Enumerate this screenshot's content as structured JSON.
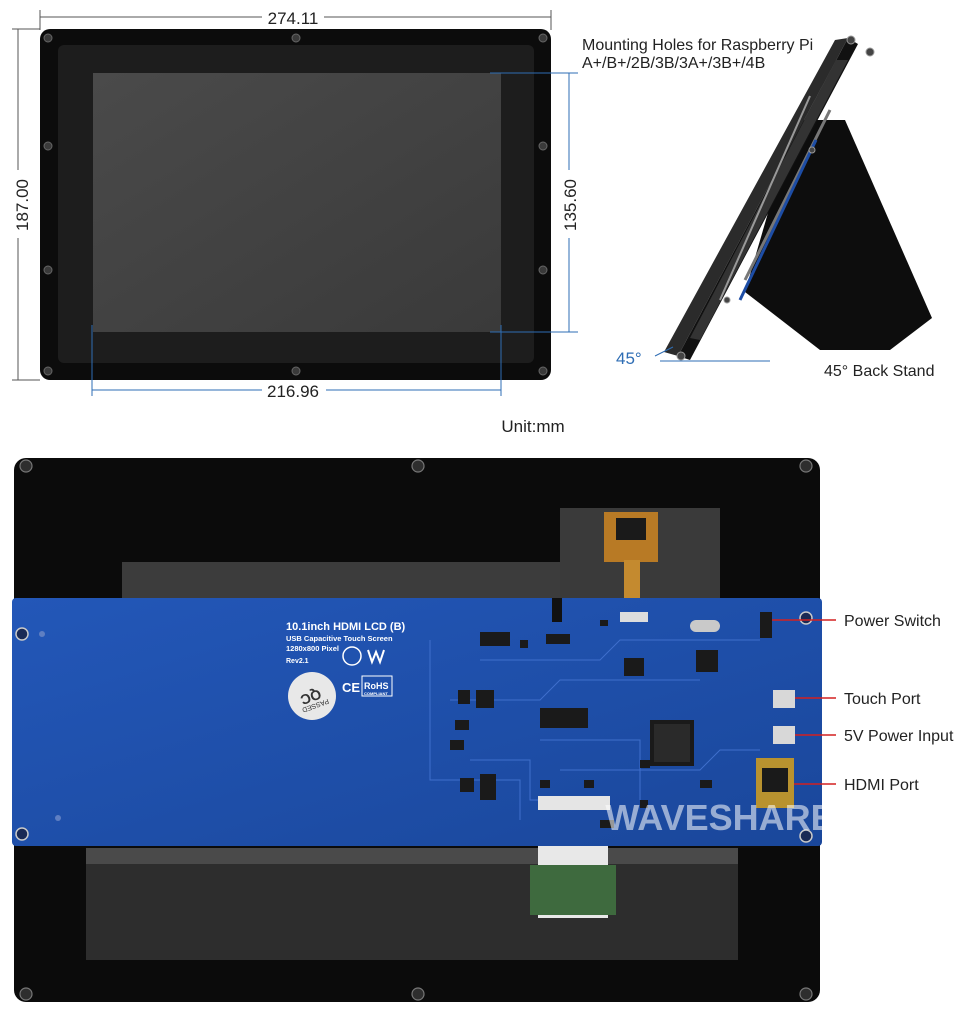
{
  "dimensions": {
    "width_total": "274.11",
    "height_total": "187.00",
    "active_height": "135.60",
    "active_width": "216.96",
    "unit": "Unit:mm"
  },
  "side_view": {
    "mount_note_line1": "Mounting Holes for Raspberry Pi",
    "mount_note_line2": "A+/B+/2B/3B/3A+/3B+/4B",
    "angle": "45°",
    "stand_label": "45° Back Stand"
  },
  "back_view": {
    "board_title": "10.1inch HDMI LCD (B)",
    "board_sub1": "USB  Capacitive Touch Screen",
    "board_sub2": "1280x800 Pixel",
    "board_rev": "Rev2.1",
    "qc_text": "PASSED",
    "qc_big": "QC",
    "ce_text": "CE",
    "rohs_text": "RoHS",
    "rohs_sub": "COMPLIANT",
    "watermark": "WAVESHARE",
    "callouts": {
      "power_switch": "Power Switch",
      "touch_port": "Touch Port",
      "power_input": "5V Power Input",
      "hdmi_port": "HDMI Port"
    }
  },
  "colors": {
    "dimension_line": "#2e6db4",
    "pcb_blue": "#1c4fa8",
    "callout_red": "#d32020",
    "bezel": "#0c0c0c"
  }
}
